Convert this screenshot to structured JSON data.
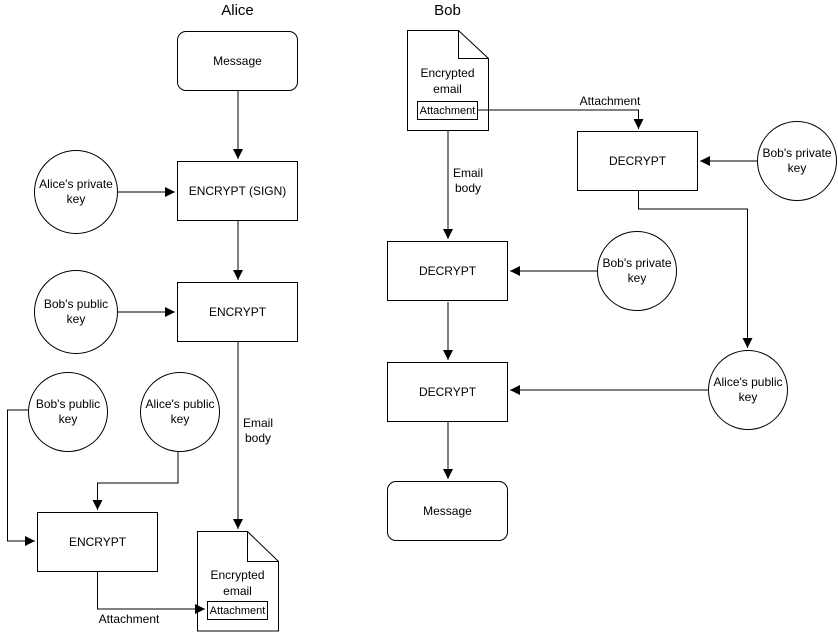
{
  "colors": {
    "stroke": "#000000",
    "background": "#ffffff"
  },
  "alice": {
    "title": "Alice",
    "message_label": "Message",
    "encrypt_sign_label": "ENCRYPT (SIGN)",
    "encrypt_body_label": "ENCRYPT",
    "encrypt_attachment_label": "ENCRYPT",
    "private_key_label": "Alice's private key",
    "bob_public_key_top_label": "Bob's public key",
    "bob_public_key_bottom_label": "Bob's public key",
    "alice_public_key_label": "Alice's public key",
    "email_body_edge_label": "Email body",
    "attachment_edge_label": "Attachment",
    "document_label": "Encrypted email",
    "document_attachment_label": "Attachment"
  },
  "bob": {
    "title": "Bob",
    "document_label": "Encrypted email",
    "document_attachment_label": "Attachment",
    "attachment_edge_label": "Attachment",
    "email_body_edge_label": "Email body",
    "decrypt_attachment_label": "DECRYPT",
    "decrypt_body_label": "DECRYPT",
    "decrypt_sign_label": "DECRYPT",
    "message_label": "Message",
    "private_key_top_label": "Bob's private key",
    "private_key_bottom_label": "Bob's private key",
    "alice_public_key_label": "Alice's public key"
  }
}
